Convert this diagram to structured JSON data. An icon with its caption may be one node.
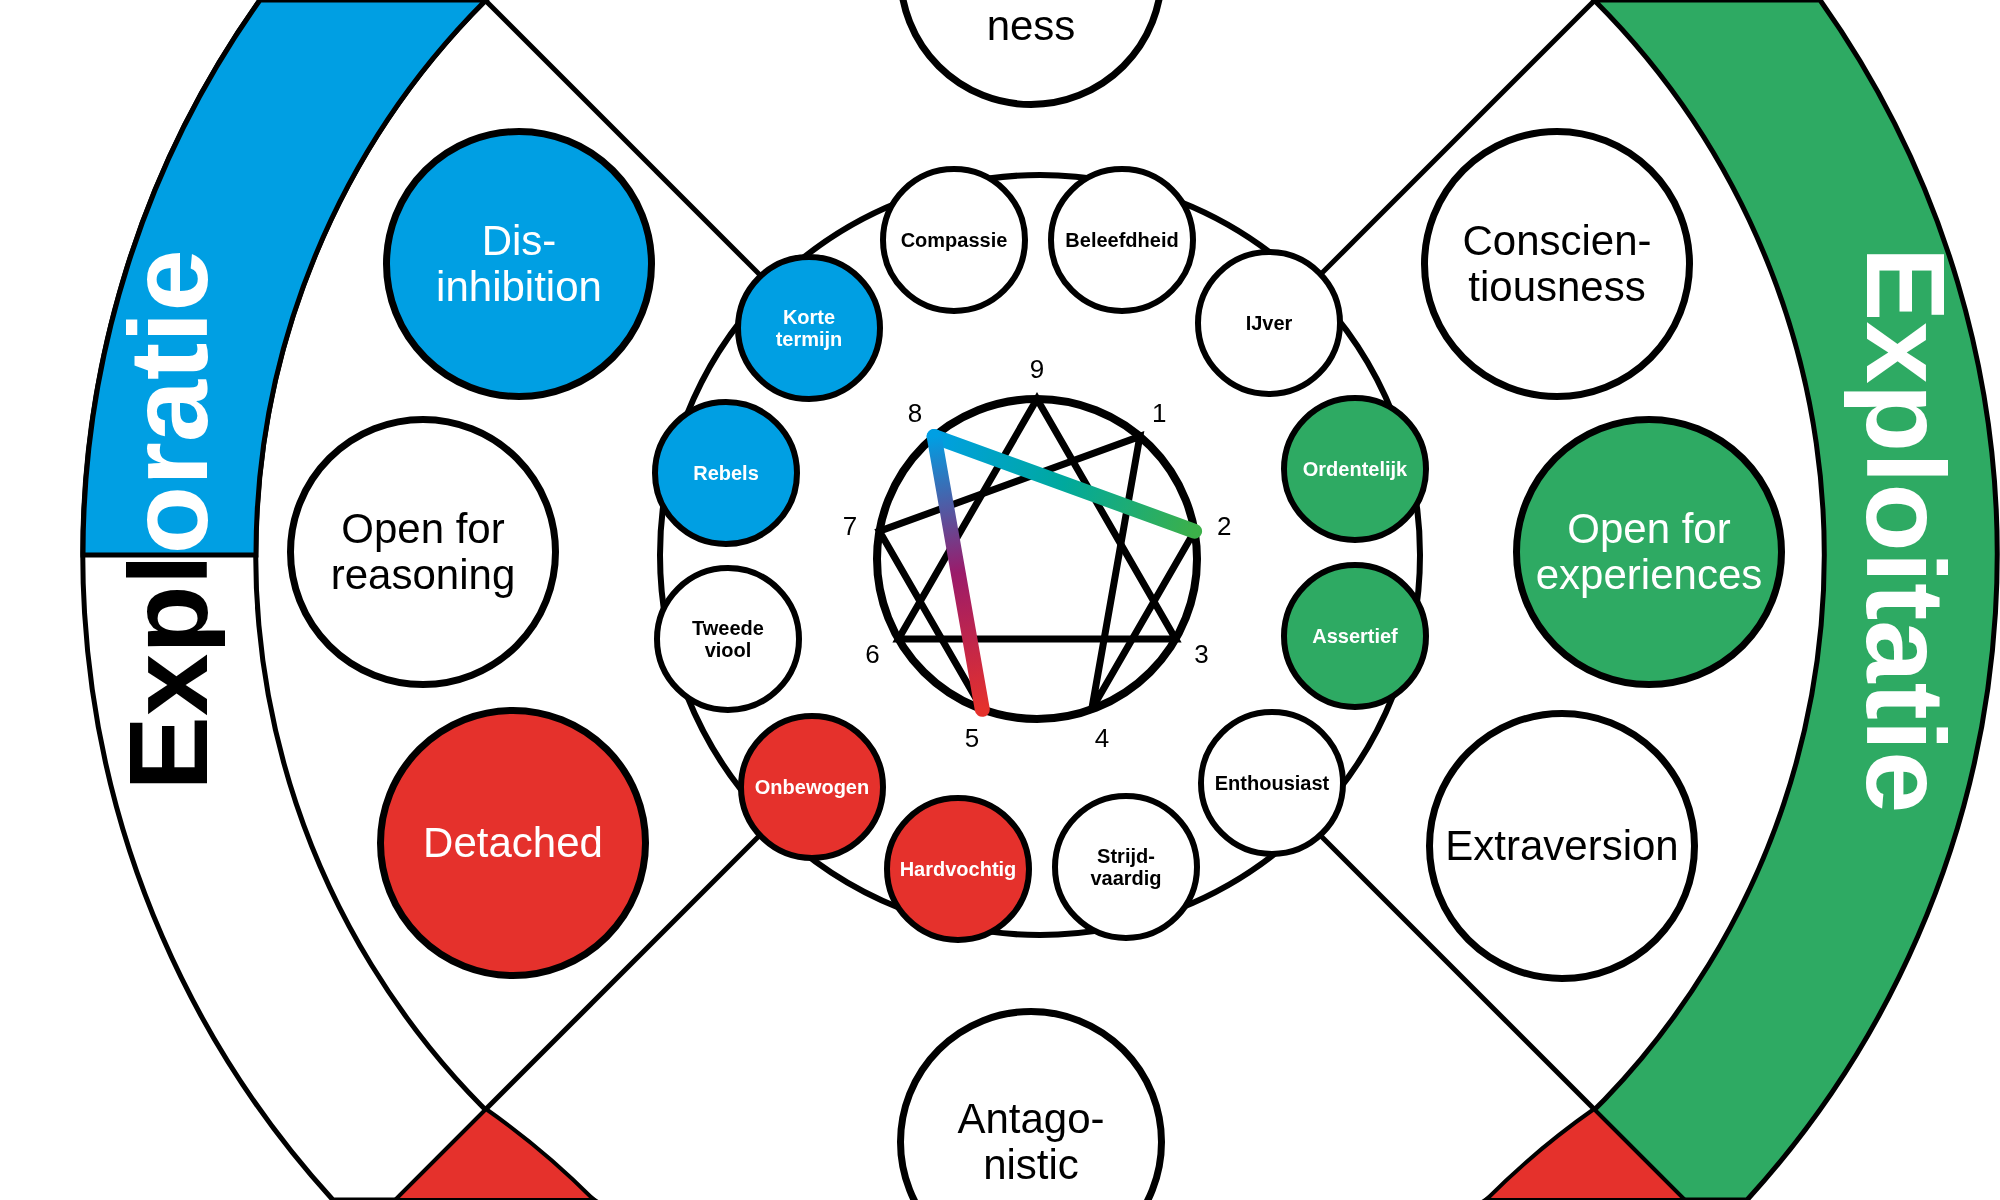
{
  "diagram": {
    "nodes": [
      {
        "text": [
          "Exploratie"
        ]
      },
      {
        "text": [
          "Exploitatie"
        ]
      },
      {
        "text": [
          "ness"
        ]
      },
      {
        "text": [
          "Dis- inhibition"
        ]
      },
      {
        "text": [
          "Conscien- tiousness"
        ]
      },
      {
        "text": [
          "Open for reasoning"
        ]
      },
      {
        "text": [
          "Open for experiences"
        ]
      },
      {
        "text": [
          "Compassie"
        ]
      },
      {
        "text": [
          "Beleefdheid"
        ]
      },
      {
        "text": [
          "Korte termijn"
        ]
      },
      {
        "text": [
          "IJver"
        ]
      },
      {
        "text": [
          "Rebels"
        ]
      },
      {
        "text": [
          "Ordentelijk"
        ]
      },
      {
        "text": [
          "Tweede viool"
        ]
      },
      {
        "text": [
          "Assertief"
        ]
      },
      {
        "text": [
          "Onbewogen"
        ]
      },
      {
        "text": [
          "Enthousiast"
        ]
      },
      {
        "text": [
          "Hardvochtig"
        ]
      },
      {
        "text": [
          "Strijd- vaardig"
        ]
      },
      {
        "text": [
          "Detached"
        ]
      },
      {
        "text": [
          "Extraversion"
        ]
      },
      {
        "text": [
          "Antago- nistic"
        ]
      }
    ],
    "labels": [
      "9",
      "8",
      "1",
      "7",
      "2",
      "6",
      "3",
      "5",
      "4"
    ]
  }
}
